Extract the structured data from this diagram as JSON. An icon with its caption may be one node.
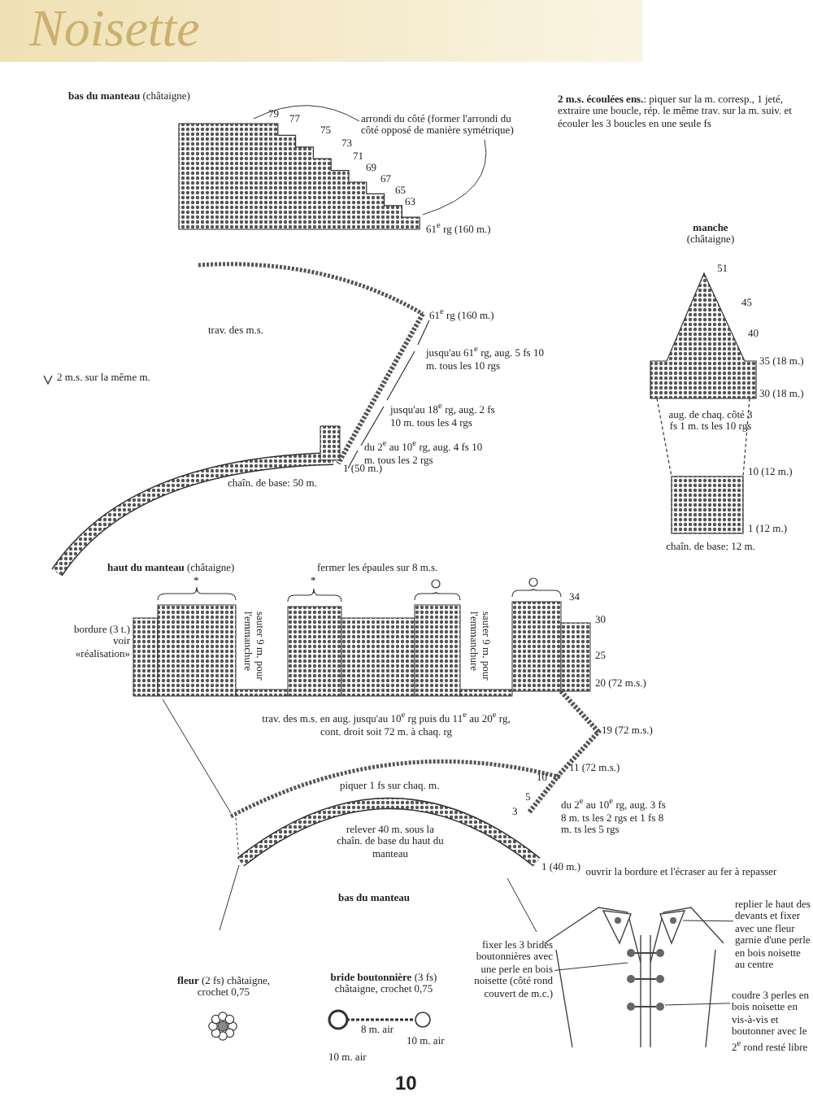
{
  "diagram": {
    "title": "Noisette",
    "nodes": [
      {
        "text": [
          "arrondi du côté (former l'arrondi du côté opposé de manière symétrique)"
        ]
      },
      {
        "text": [
          "fixer les 3 brides boutonnières avec une perle en bois noisette (côté rond couvert de m.c.)"
        ]
      },
      {
        "text": [
          "replier le haut des devants et fixer avec une fleur garnie d'une perle en bois noisette au centre"
        ]
      },
      {
        "text": [
          "coudre 3 perles en bois noisette en vis-à-vis et boutonner avec le 2$^{e}$ rond resté libre"
        ]
      },
      {
        "text": [],
        "shape": "picture"
      }
    ],
    "edges": [
      {
        "from": 0,
        "to": null,
        "arrow": "none"
      },
      {
        "from": 0,
        "to": null,
        "arrow": "none"
      },
      {
        "from": 1,
        "to": 4,
        "arrow": "none"
      },
      {
        "from": 2,
        "to": 4,
        "arrow": "none"
      },
      {
        "from": 3,
        "to": 4,
        "arrow": "none"
      }
    ],
    "labels": [
      "**bas du manteau** (châtaigne)",
      "79",
      "77",
      "75",
      "73",
      "71",
      "69",
      "67",
      "65",
      "63",
      "61$^{e}$ rg (160 m.)",
      "**2 m.s. écoulées ens.**: piquer sur la m. corresp., 1 jeté, extraire une boucle, rép. le même trav. sur la m. suiv. et écouler les 3 boucles en une seule fs",
      "61$^{e}$ rg (160 m.)",
      "trav. des m.s.",
      "jusqu'au 61$^{e}$ rg, aug. 5 fs 10 m. tous les 10 rgs",
      "jusqu'au 18$^{e}$ rg, aug. 2 fs 10 m. tous les 4 rgs",
      "du 2$^{e}$ au 10$^{e}$ rg, aug. 4 fs 10 m. tous les 2 rgs",
      "chaîn. de base: 50 m.",
      "1 (50 m.)",
      "2 m.s. sur la même m.",
      "**manche** (châtaigne)",
      "51",
      "45",
      "40",
      "35 (18 m.)",
      "30 (18 m.)",
      "aug. de chaq. côté 3 fs 1 m. ts les 10 rgs",
      "10 (12 m.)",
      "1 (12 m.)",
      "chaîn. de base: 12 m.",
      "**haut du manteau** (châtaigne)",
      "fermer les épaules sur 8 m.s.",
      "*",
      "*",
      "bordure (3 t.) voir «réalisation»",
      "sauter 9 m. pour l'emmanchure",
      "sauter 9 m. pour l'emmanchure",
      "34",
      "30",
      "25",
      "20 (72 m.s.)",
      "19 (72 m.s.)",
      "11 (72 m.s.)",
      "trav. des m.s. en aug. jusqu'au 10$^{e}$ rg puis du 11$^{e}$ au 20$^{e}$ rg, cont. droit soit 72 m. à chaq. rg",
      "10",
      "5",
      "3",
      "du 2$^{e}$ au 10$^{e}$ rg, aug. 3 fs 8 m. ts les 2 rgs et 1 fs 8 m. ts les 5 rgs",
      "piquer 1 fs sur chaq. m.",
      "relever 40 m. sous la chaîn. de base du haut du manteau",
      "1 (40 m.)",
      "ouvrir la bordure et l'écraser au fer à repasser",
      "bas du manteau",
      "**fleur** (2 fs) châtaigne, crochet 0,75",
      "**bride boutonnière** (3 fs) châtaigne, crochet 0,75",
      "8 m. air",
      "10 m. air",
      "10 m. air",
      "10"
    ]
  }
}
